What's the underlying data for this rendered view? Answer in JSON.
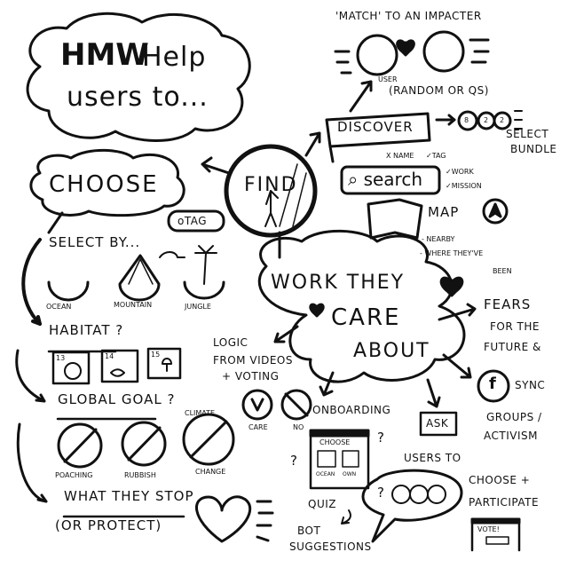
{
  "title": {
    "line1_bold": "HMW",
    "line1_rest": "Help",
    "line2": "users to..."
  },
  "choose": {
    "label": "CHOOSE",
    "tag": "oTAG",
    "select_by": "SELECT BY..."
  },
  "habitats": [
    {
      "label": "OCEAN"
    },
    {
      "label": "MOUNTAIN"
    },
    {
      "label": "JUNGLE"
    }
  ],
  "habitat_heading": "HABITAT ?",
  "global_goals": [
    {
      "number": "13"
    },
    {
      "number": "14"
    },
    {
      "number": "15"
    }
  ],
  "global_goal_heading": "GLOBAL GOAL ?",
  "stops": [
    {
      "label": "POACHING"
    },
    {
      "label": "RUBBISH"
    },
    {
      "label_top": "CLIMATE",
      "label": "CHANGE"
    }
  ],
  "stop_heading": "WHAT THEY STOP",
  "stop_sub": "(OR PROTECT)",
  "find": {
    "label": "FIND"
  },
  "match": {
    "title": "'MATCH' TO AN IMPACTER",
    "user_label": "USER",
    "method": "(RANDOM OR Qs)"
  },
  "discover": {
    "label": "DISCOVER",
    "bundle_numbers": [
      "8",
      "2",
      "2"
    ],
    "select": "SELECT",
    "bundle": "BUNDLE"
  },
  "search": {
    "label": "search",
    "criteria_x": "X NAME",
    "criteria_tag": "✓TAG",
    "criteria_work": "✓WORK",
    "criteria_mission": "✓MISSION"
  },
  "map": {
    "label": "MAP",
    "nearby": "- NEARBY",
    "where1": "- WHERE THEY'VE",
    "where2": "BEEN"
  },
  "care_cloud": {
    "line1": "WORK THEY",
    "line2": "CARE",
    "line3": "ABOUT"
  },
  "fears": {
    "line1": "FEARS",
    "line2": "FOR THE",
    "line3": "FUTURE &"
  },
  "logic": {
    "line1": "LOGIC",
    "line2": "FROM VIDEOS",
    "line3": "+ VOTING"
  },
  "onboarding": {
    "label": "ONBOARDING",
    "care": "CARE",
    "no": "NO"
  },
  "phone": {
    "title": "CHOOSE",
    "opt1": "OCEAN",
    "opt2": "OWN"
  },
  "quiz": {
    "label": "QUIZ",
    "bot": "BOT",
    "suggestions": "SUGGESTIONS"
  },
  "ask": {
    "label": "ASK",
    "users_to": "USERS TO",
    "choose": "CHOOSE +",
    "participate": "PARTICIPATE",
    "vote": "VOTE!"
  },
  "sync": {
    "label": "SYNC",
    "icon_letter": "f",
    "groups": "GROUPS /",
    "activism": "ACTIVISM"
  }
}
